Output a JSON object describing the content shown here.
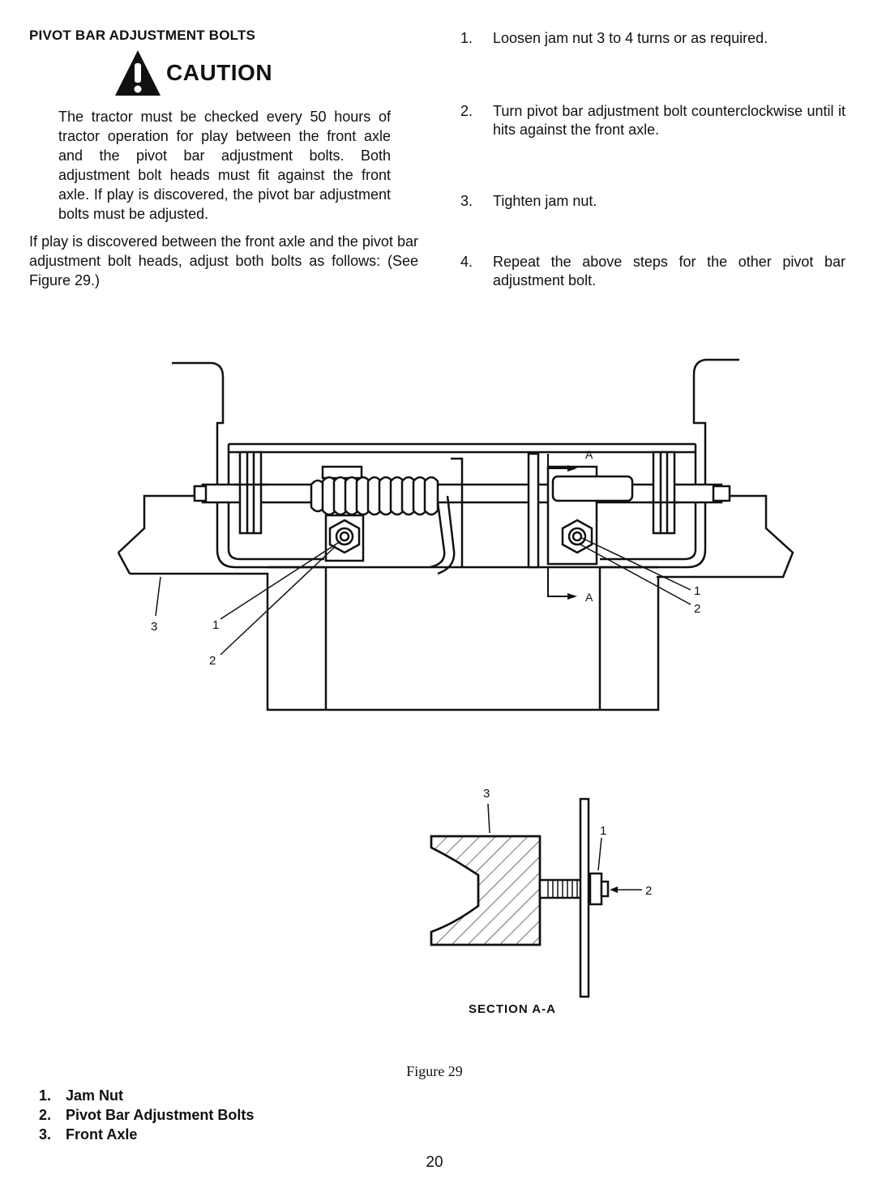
{
  "section_title": "PIVOT BAR ADJUSTMENT BOLTS",
  "caution": {
    "icon": "warning-triangle-icon",
    "label": "CAUTION",
    "text": "The tractor must be checked every 50 hours of tractor operation for play between the front axle and the pivot bar adjustment bolts. Both adjustment bolt heads must fit against the front axle. If play is discovered, the pivot bar adjustment bolts must be adjusted."
  },
  "intro": "If play is discovered between the front axle and the pivot bar adjustment bolt heads, adjust both bolts as follows: (See Figure 29.)",
  "steps": [
    {
      "num": "1.",
      "text": "Loosen jam nut 3 to 4 turns or as required."
    },
    {
      "num": "2.",
      "text": "Turn pivot bar adjustment bolt counterclockwise until it hits against the front axle."
    },
    {
      "num": "3.",
      "text": "Tighten jam nut."
    },
    {
      "num": "4.",
      "text": "Repeat the above steps for the other pivot bar adjustment bolt."
    }
  ],
  "figure": {
    "callouts": {
      "one": "1",
      "two": "2",
      "three": "3",
      "section_marker": "A"
    },
    "section_label": "SECTION A-A",
    "caption": "Figure 29"
  },
  "legend": [
    {
      "num": "1.",
      "label": "Jam Nut"
    },
    {
      "num": "2.",
      "label": "Pivot Bar Adjustment Bolts"
    },
    {
      "num": "3.",
      "label": "Front Axle"
    }
  ],
  "page_number": "20"
}
